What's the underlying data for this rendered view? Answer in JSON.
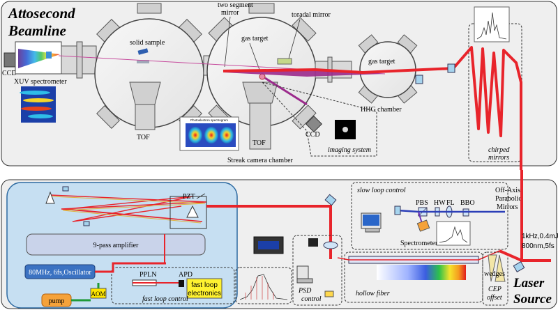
{
  "colors": {
    "beam_red": "#e8242b",
    "beam_purple": "#9b2a8c",
    "chamber_fill": "#f2f2f2",
    "panel_fill": "#efefef",
    "amp_panel_fill": "#c6dff2",
    "amp_border": "#2d6aa1",
    "amplifier_fill": "#c9d3ea",
    "oscillator_fill": "#3b72c2",
    "pump_fill": "#f5a23a",
    "electronics_fill": "#fff230",
    "aom_fill": "#ffe600",
    "green_line": "#1f9a38"
  },
  "beamline": {
    "title_line1": "Attosecond",
    "title_line2": "Beamline",
    "labels": {
      "ccd_left": "CCD",
      "xuv_spectrometer": "XUV spectrometer",
      "solid_sample": "solid sample",
      "tof_left": "TOF",
      "two_segment_mirror_1": "two segment",
      "two_segment_mirror_2": "mirror",
      "toroidal_mirror": "toradal mirror",
      "gas_target_main": "gas target",
      "gas_target_hhg": "gas target",
      "hhg_chamber": "HHG chamber",
      "tof_right": "TOF",
      "streak_camera_chamber": "Streak camera chamber",
      "ccd_imaging": "CCD",
      "imaging_system": "imaging system",
      "chirped_mirrors_1": "chirped",
      "chirped_mirrors_2": "mirrors",
      "spectrogram_title": "Photoelectron spectrogram"
    }
  },
  "laser": {
    "title_line1": "Laser",
    "title_line2": "Source",
    "labels": {
      "pzt": "PZT",
      "amplifier": "9-pass amplifier",
      "oscillator": "80MHz, 6fs,Oscillator",
      "pump": "pump",
      "aom": "AOM",
      "ppln": "PPLN",
      "apd": "APD",
      "fast_loop_electronics_1": "fast loop",
      "fast_loop_electronics_2": "electronics",
      "fast_loop_control": "fast loop control",
      "slow_loop_control": "slow loop control",
      "pbs": "PBS",
      "hw": "HW",
      "fl": "FL",
      "bbo": "BBO",
      "off_axis_1": "Off-Axis",
      "off_axis_2": "Parabolic",
      "off_axis_3": "Mirrors",
      "spectrometer": "Spectrometer",
      "psd_1": "PSD",
      "psd_2": "control",
      "hollow_fiber": "hollow fiber",
      "wedges": "wedges",
      "cep_1": "CEP",
      "cep_2": "offset",
      "output_1": "1kHz,0.4mJ,",
      "output_2": "800nm,5fs"
    }
  }
}
